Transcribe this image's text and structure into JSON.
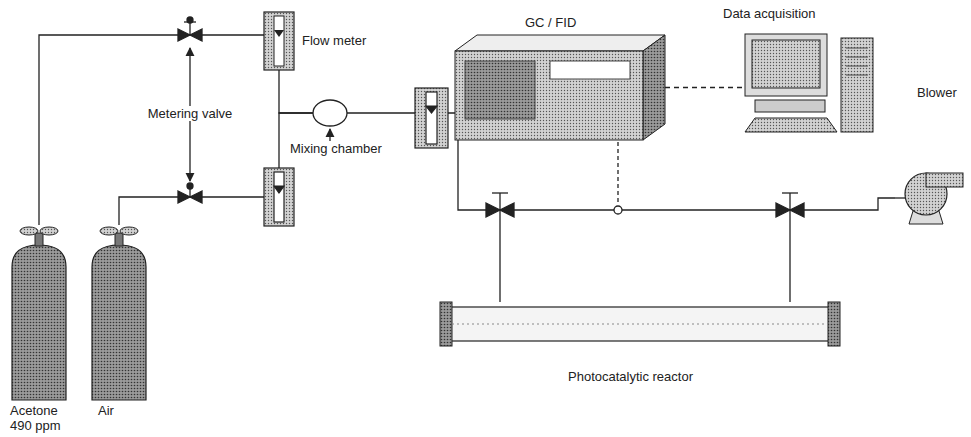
{
  "diagram": {
    "nodes": [
      {
        "text": [
          "Acetone 490 ppm"
        ]
      },
      {
        "text": [
          "Air"
        ]
      },
      {
        "text": [
          "Flow meter"
        ]
      },
      {
        "text": [
          "Mixing chamber"
        ]
      },
      {
        "text": [
          "GC / FID"
        ]
      },
      {
        "text": [
          "Data acquisition"
        ]
      },
      {
        "text": [
          "Blower"
        ]
      },
      {
        "text": [
          "Photocatalytic reactor"
        ]
      }
    ],
    "edges": [
      {
        "from": 0,
        "to": 2,
        "arrow": "none"
      },
      {
        "from": 1,
        "to": 3,
        "arrow": "none"
      },
      {
        "from": 2,
        "to": 3,
        "arrow": "none"
      },
      {
        "from": 3,
        "to": 7,
        "arrow": "none"
      },
      {
        "from": 7,
        "to": 6,
        "arrow": "none"
      },
      {
        "from": 4,
        "to": 5,
        "arrow": "none"
      }
    ],
    "labels": [
      "Metering valve"
    ]
  }
}
